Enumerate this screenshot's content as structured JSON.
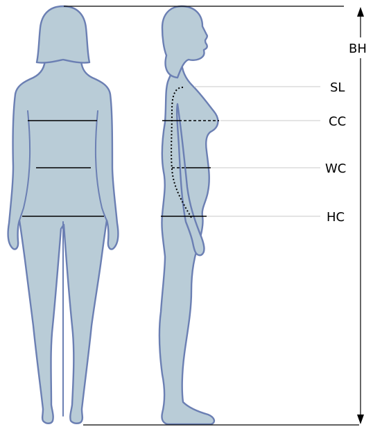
{
  "labels": {
    "body_height": "BH",
    "shoulder_line": "SL",
    "chest_circumference": "CC",
    "waist_circumference": "WC",
    "hip_circumference": "HC"
  },
  "colors": {
    "body_fill": "#b9ccd7",
    "body_outline": "#6b7fb3",
    "measure_line": "#000000",
    "guide_line": "#c8c8c8"
  }
}
